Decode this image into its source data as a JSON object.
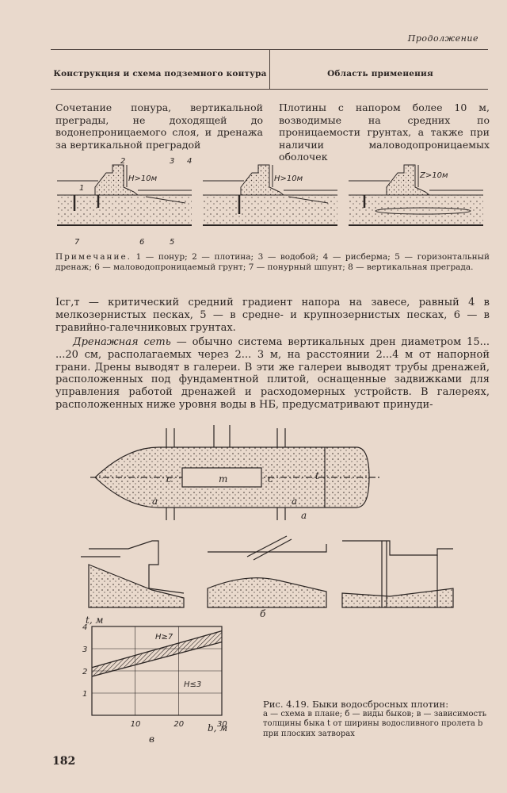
{
  "header": {
    "continuation": "Продолжение"
  },
  "table": {
    "col1_header": "Конструкция и схема подземного контура",
    "col2_header": "Область применения",
    "row_left": "Сочетание понура, вертикальной преграды, не доходящей до водонепроницаемого слоя, и дренажа за вертикальной преградой",
    "row_right": "Плотины с напором более 10 м, возводимые на средних по проницаемости грунтах, а также при наличии маловодопроницаемых оболочек"
  },
  "schemes": {
    "labels": [
      "1",
      "2",
      "3",
      "4",
      "5",
      "6",
      "7"
    ],
    "head_label_1": "H>10м",
    "head_label_2": "H>10м",
    "head_label_3": "Z>10м"
  },
  "note": {
    "lead": "Примечание.",
    "text": "1 — понур; 2 — плотина; 3 — водобой; 4 — рисберма; 5 — горизонтальный дренаж; 6 — маловодопроницаемый грунт; 7 — понурный шпунт; 8 — вертикальная преграда."
  },
  "paragraph_1": "Iсг,т — критический средний градиент напора на завесе, равный 4 в мелкозернистых песках, 5 — в средне- и крупнозернистых песках, 6 — в гравийно-галечниковых грунтах.",
  "paragraph_2": {
    "term": "Дренажная сеть",
    "text": " — обычно система вертикальных дрен диаметром 15... ...20 см, располагаемых через 2... 3 м, на расстоянии 2...4 м от напорной грани. Дрены выводят в галереи. В эти же галереи выводят трубы дренажей, расположенных под фундаментной плитой, оснащенные задвижками для управления работой дренажей и расходомерных устройств. В галереях, расположенных ниже уровня воды в НБ, предусматривают принуди-"
  },
  "figure_labels": {
    "a": "а",
    "b": "б",
    "v": "в",
    "dim_a": "a",
    "dim_c": "c",
    "dim_m": "m",
    "dim_t": "t"
  },
  "chart_data": {
    "type": "area",
    "xlabel": "b, м",
    "ylabel": "t, м",
    "x_ticks": [
      "10",
      "20",
      "30"
    ],
    "y_ticks": [
      "1",
      "2",
      "3",
      "4"
    ],
    "xlim": [
      0,
      30
    ],
    "ylim": [
      0,
      4
    ],
    "series": [
      {
        "name": "H≥7",
        "x": [
          0,
          30
        ],
        "y": [
          2.15,
          3.8
        ]
      },
      {
        "name": "H≤3",
        "x": [
          0,
          30
        ],
        "y": [
          1.75,
          3.3
        ]
      }
    ],
    "grid": true
  },
  "caption": {
    "title": "Рис. 4.19. Быки водосбросных плотин:",
    "legend": "а — схема в плане; б — виды быков; в — зависимость толщины быка t от ширины водосливного пролета b при плоских затворах"
  },
  "page_number": "182"
}
